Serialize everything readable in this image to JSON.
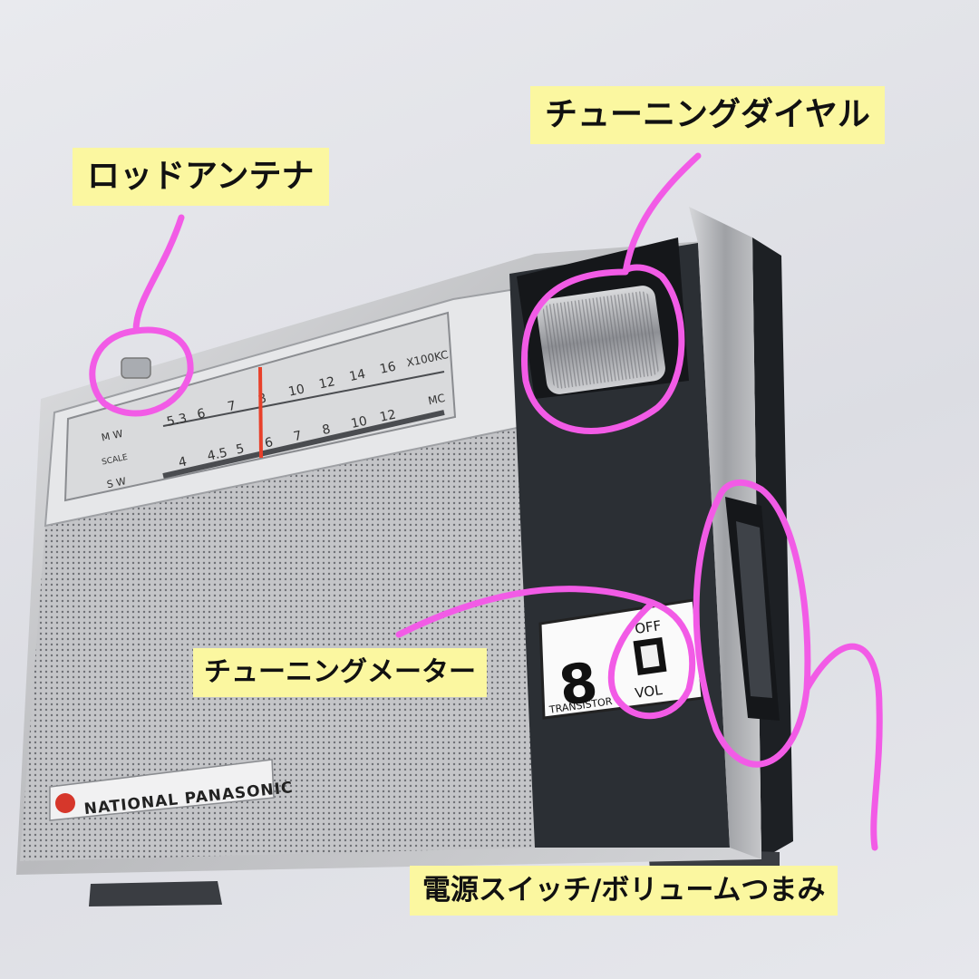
{
  "annotations": {
    "antenna": "ロッドアンテナ",
    "tuning_dial": "チューニングダイヤル",
    "tuning_meter": "チューニングメーター",
    "power_volume": "電源スイッチ/ボリュームつまみ"
  },
  "radio": {
    "brand": "NATIONAL PANASONIC",
    "transistor_count": "8",
    "transistor_label": "TRANSISTOR",
    "switch_off": "OFF",
    "switch_vol": "VOL",
    "dial": {
      "unit_top": "X100KC",
      "unit_bottom": "MC",
      "band_mw": "M W",
      "band_scale": "SCALE",
      "band_sw": "S W",
      "mw_marks": [
        "5.3",
        "6",
        "7",
        "8",
        "10",
        "12",
        "14",
        "16"
      ],
      "sw_marks": [
        "4",
        "4.5",
        "5",
        "6",
        "7",
        "8",
        "10",
        "12"
      ]
    }
  },
  "colors": {
    "annotation_highlight": "#fbf7a0",
    "marker_pink": "#f25be6",
    "body_silver": "#c9cacd",
    "panel_dark": "#2b2f34",
    "dial_needle": "#e8402a"
  }
}
